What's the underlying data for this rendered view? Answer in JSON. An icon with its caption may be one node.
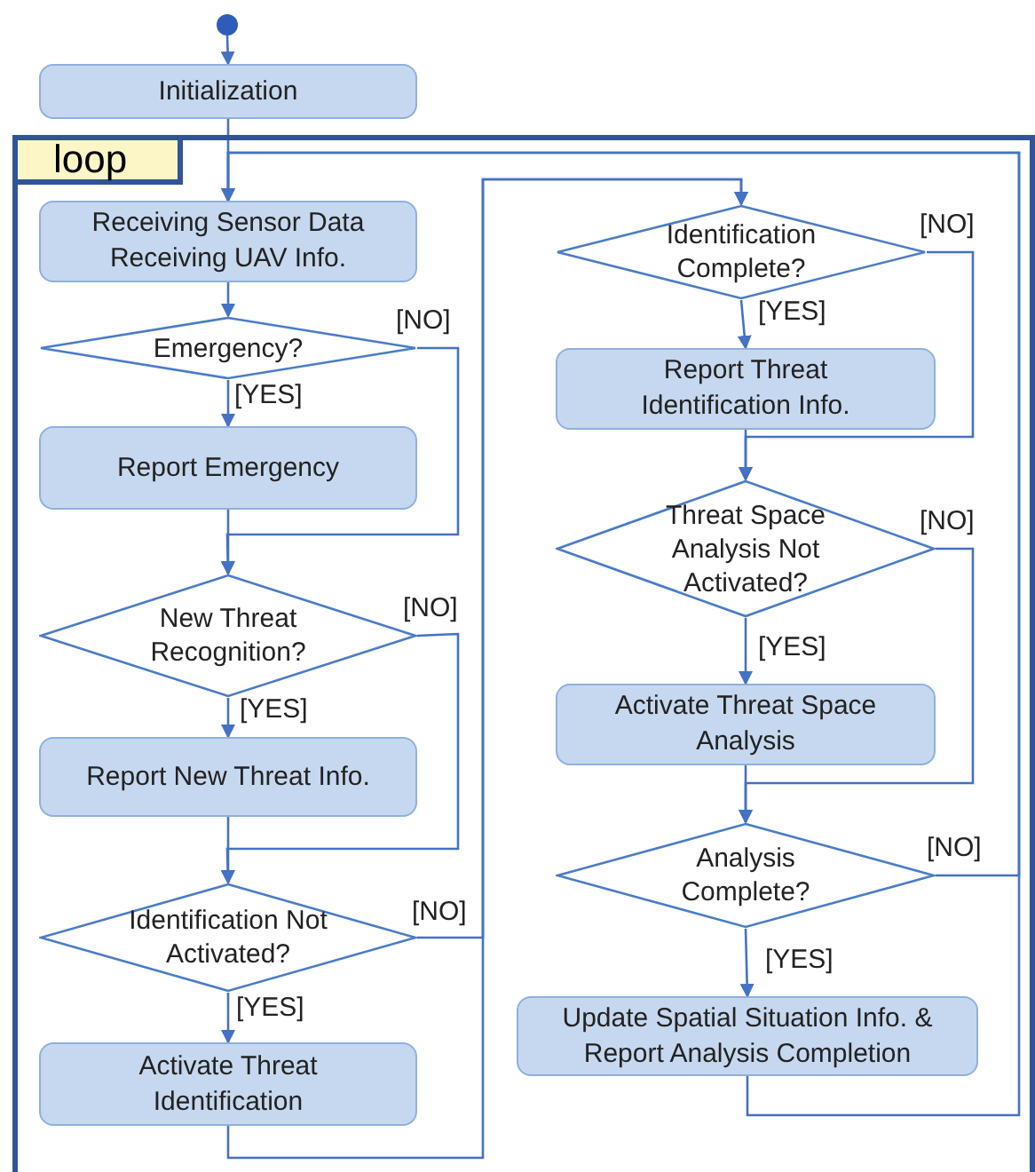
{
  "diagram": {
    "nodes": [
      {
        "text": [],
        "shape": "circle"
      },
      {
        "text": [
          "Initialization"
        ]
      },
      {
        "text": [
          "loop"
        ]
      },
      {
        "text": [
          "Receiving Sensor Data Receiving UAV Info."
        ],
        "in": 2
      },
      {
        "text": [
          "Emergency?"
        ],
        "in": 2
      },
      {
        "text": [
          "Report Emergency"
        ],
        "in": 2
      },
      {
        "text": [
          "New Threat Recognition?"
        ],
        "in": 2
      },
      {
        "text": [
          "Report New Threat Info."
        ],
        "in": 2
      },
      {
        "text": [
          "Identification Not Activated?"
        ],
        "in": 2
      },
      {
        "text": [
          "Activate Threat Identification"
        ],
        "in": 2
      },
      {
        "text": [
          "Identification Complete?"
        ],
        "in": 2
      },
      {
        "text": [
          "Report Threat Identification Info."
        ],
        "in": 2
      },
      {
        "text": [
          "Threat Space Analysis Not Activated?"
        ],
        "in": 2
      },
      {
        "text": [
          "Activate Threat Space Analysis"
        ],
        "in": 2
      },
      {
        "text": [
          "Analysis Complete?"
        ],
        "in": 2
      },
      {
        "text": [
          "Update Spatial Situation Info. & Report Analysis Completion"
        ],
        "in": 2
      }
    ],
    "edges": [
      {
        "from": 0,
        "to": 1,
        "arrow": "to"
      },
      {
        "from": 1,
        "to": 3,
        "arrow": "to"
      },
      {
        "from": 3,
        "to": 4,
        "arrow": "to"
      },
      {
        "from": 4,
        "to": 5,
        "arrow": "to",
        "label": "[YES]"
      },
      {
        "from": 4,
        "to": 6,
        "arrow": "to",
        "label": "[NO]"
      },
      {
        "from": 5,
        "to": 6,
        "arrow": "to"
      },
      {
        "from": 6,
        "to": 7,
        "arrow": "to",
        "label": "[YES]"
      },
      {
        "from": 6,
        "to": 8,
        "arrow": "to",
        "label": "[NO]"
      },
      {
        "from": 7,
        "to": 8,
        "arrow": "to"
      },
      {
        "from": 8,
        "to": 9,
        "arrow": "to",
        "label": "[YES]"
      },
      {
        "from": 8,
        "to": 10,
        "arrow": "to",
        "label": "[NO]"
      },
      {
        "from": 9,
        "to": 10,
        "arrow": "to"
      },
      {
        "from": 10,
        "to": 11,
        "arrow": "to",
        "label": "[YES]"
      },
      {
        "from": 10,
        "to": 12,
        "arrow": "to",
        "label": "[NO]"
      },
      {
        "from": 11,
        "to": 12,
        "arrow": "to"
      },
      {
        "from": 12,
        "to": 13,
        "arrow": "to",
        "label": "[YES]"
      },
      {
        "from": 12,
        "to": 14,
        "arrow": "to",
        "label": "[NO]"
      },
      {
        "from": 13,
        "to": 14,
        "arrow": "to"
      },
      {
        "from": 14,
        "to": 15,
        "arrow": "to",
        "label": "[YES]"
      },
      {
        "from": 14,
        "to": 3,
        "arrow": "to",
        "label": "[NO]"
      },
      {
        "from": 15,
        "to": 3,
        "arrow": "to"
      }
    ]
  }
}
